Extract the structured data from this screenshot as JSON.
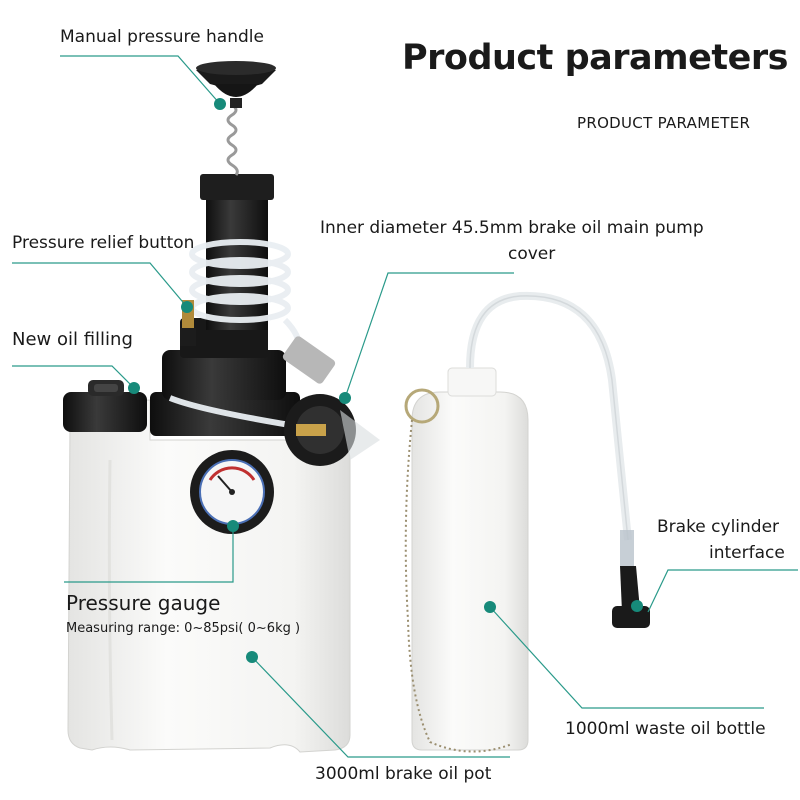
{
  "header": {
    "title": "Product parameters",
    "subtitle": "PRODUCT PARAMETER"
  },
  "labels": {
    "manual_pressure_handle": "Manual pressure handle",
    "pressure_relief_button": "Pressure relief button",
    "new_oil_filling": "New oil filling",
    "inner_diameter_line1": "Inner diameter 45.5mm brake oil main pump",
    "inner_diameter_line2": "cover",
    "brake_cylinder_line1": "Brake cylinder",
    "brake_cylinder_line2": "interface",
    "pressure_gauge": "Pressure gauge",
    "measuring_range": "Measuring range: 0~85psi( 0~6kg )",
    "waste_oil_bottle": "1000ml waste oil bottle",
    "brake_oil_pot": "3000ml brake oil pot"
  },
  "colors": {
    "callout": "#2a9a8a",
    "dot": "#178a7a",
    "text": "#1a1a1a",
    "plastic": "#f3f3f1",
    "black_part": "#1c1c1c"
  }
}
